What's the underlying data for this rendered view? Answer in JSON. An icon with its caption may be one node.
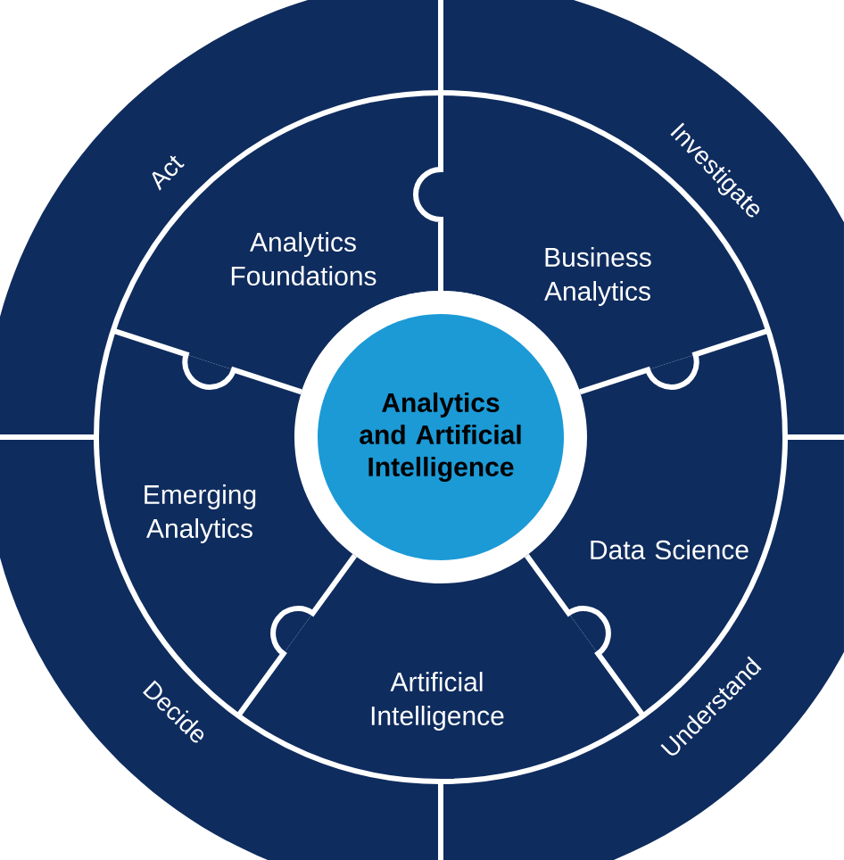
{
  "diagram": {
    "nodes": [
      {
        "text": [
          "Act"
        ]
      },
      {
        "text": [
          "Investigate"
        ]
      },
      {
        "text": [
          "Analytics Foundations"
        ]
      },
      {
        "text": [
          "Business Analytics"
        ]
      },
      {
        "text": [
          "Analytics and Artificial Intelligence"
        ]
      },
      {
        "text": [
          "Emerging Analytics"
        ]
      },
      {
        "text": [
          "Data Science"
        ]
      },
      {
        "text": [
          "Artificial Intelligence"
        ]
      },
      {
        "text": [
          "Decide"
        ]
      },
      {
        "text": [
          "Understand"
        ]
      }
    ]
  }
}
